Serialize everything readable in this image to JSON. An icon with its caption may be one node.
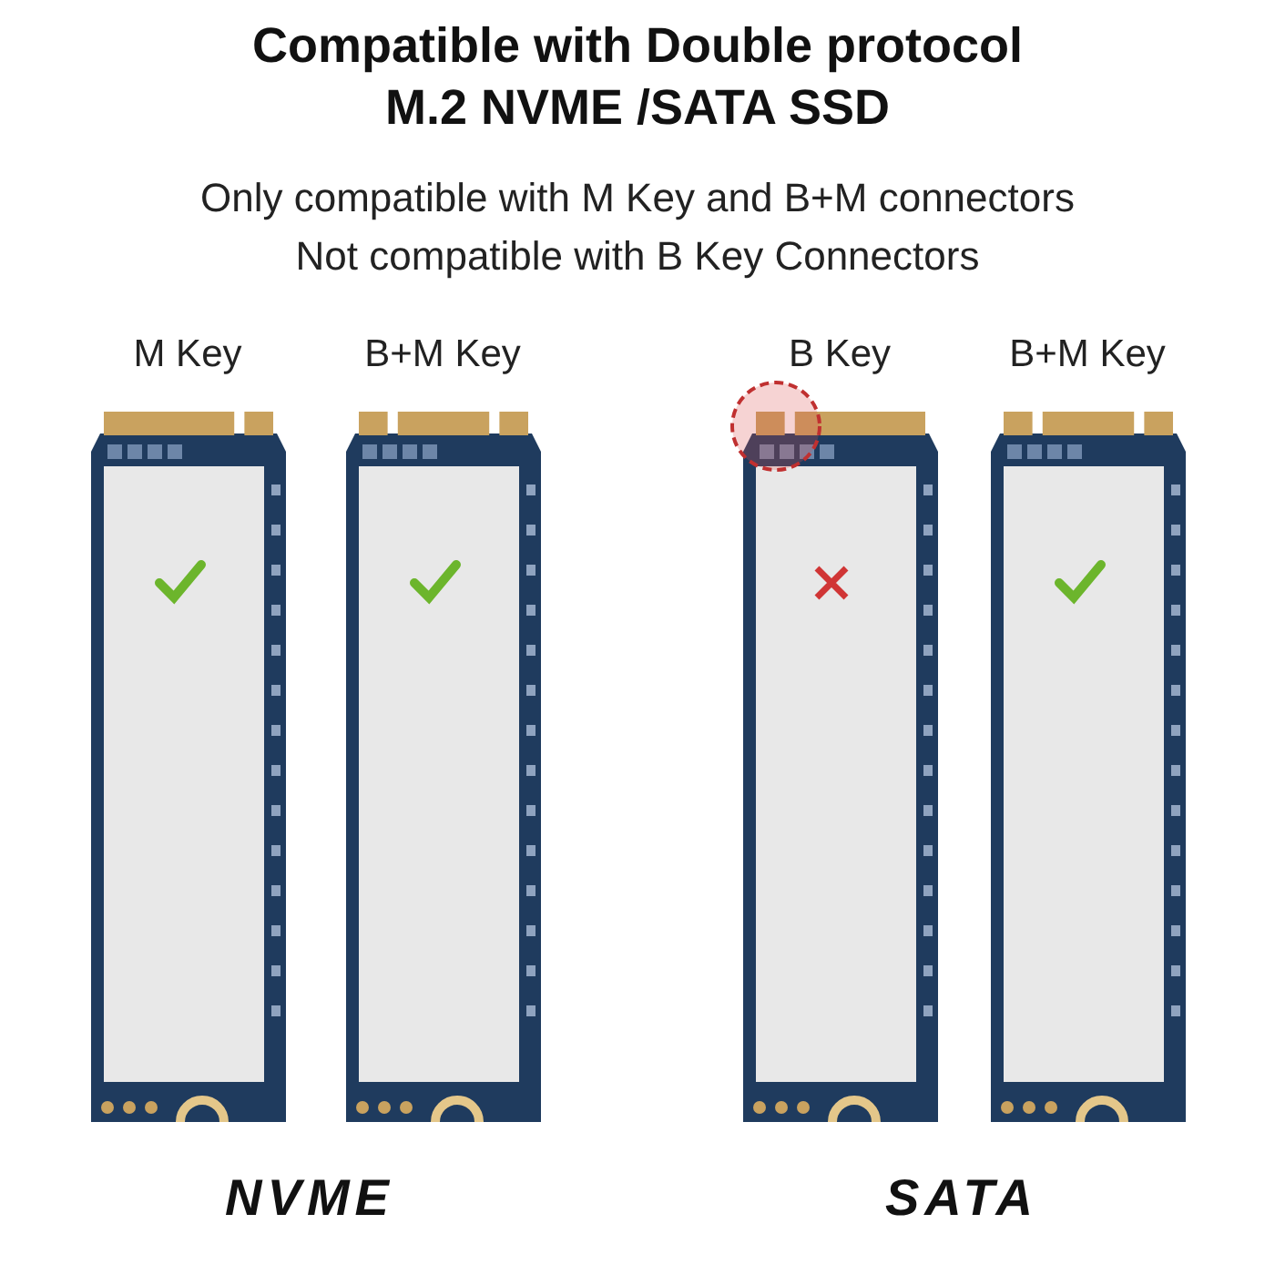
{
  "diagram": {
    "title": "Compatible with Double protocol M.2 NVME /SATA SSD",
    "labels": [
      "Only compatible with M Key and B+M connectors",
      "Not compatible with B Key Connectors",
      "M Key",
      "B+M Key",
      "B Key",
      "B+M Key",
      "NVME",
      "SATA"
    ]
  }
}
